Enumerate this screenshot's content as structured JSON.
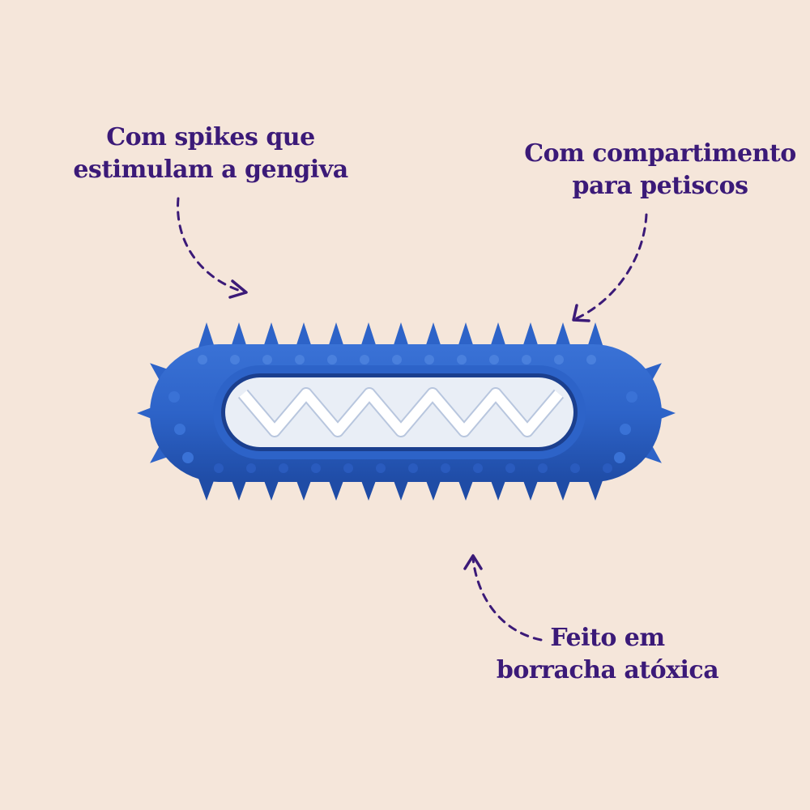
{
  "background_color": "#F5E6DA",
  "text_color": "#3B1A78",
  "product": {
    "icon": "blue-spiked-chew-toy",
    "body_color": "#2D63C8",
    "shade_color": "#1F4CA6",
    "insert_color": "#FFFFFF"
  },
  "callouts": {
    "spikes": {
      "line1": "Com spikes que",
      "line2": "estimulam a gengiva"
    },
    "compartment": {
      "line1": "Com compartimento",
      "line2": "para petiscos"
    },
    "material": {
      "line1": "Feito em",
      "line2": "borracha atóxica"
    }
  }
}
